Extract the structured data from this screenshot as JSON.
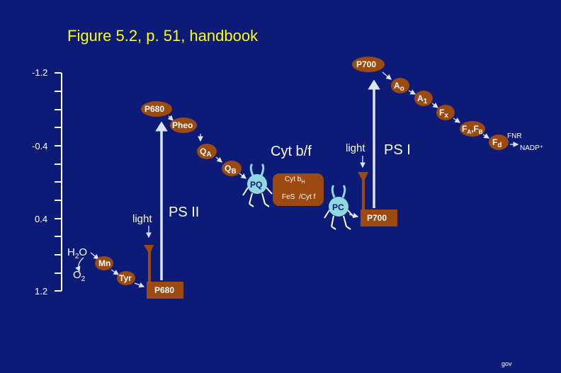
{
  "title": "Figure 5.2, p. 51, handbook",
  "y_axis": {
    "ticks": [
      "-1.2",
      "-0.4",
      "0.4",
      "1.2"
    ]
  },
  "labels": {
    "ps2": "PS II",
    "ps1": "PS I",
    "cytbf": "Cyt b/f",
    "light1": "light",
    "light2": "light",
    "h2o_main": "H",
    "h2o_sub": "2",
    "h2o_tail": "O",
    "o2_main": "O",
    "o2_sub": "2",
    "fnr": "FNR",
    "nadp": "NADP⁺"
  },
  "nodes": {
    "p680_top": "P680",
    "pheo": "Pheo",
    "qa_main": "Q",
    "qa_sub": "A",
    "qb_main": "Q",
    "qb_sub": "B",
    "pq": "PQ",
    "cyt_bh_main": "Cyt b",
    "cyt_bh_sub": "H",
    "fes": "FeS",
    "cytf": "/Cyt f",
    "pc": "PC",
    "p700_bottom": "P700",
    "p700_top": "P700",
    "a0_main": "A",
    "a0_sub": "o",
    "a1_main": "A",
    "a1_sub": "1",
    "fx_main": "F",
    "fx_sub": "x",
    "fafb_a": "F",
    "fafb_a_sub": "A",
    "fafb_sep": ",F",
    "fafb_b_sub": "B",
    "fd_main": "F",
    "fd_sub": "d",
    "mn": "Mn",
    "tyr": "Tyr",
    "p680_bottom": "P680"
  },
  "footer": "gov",
  "colors": {
    "background": "#0c1a78",
    "title": "#ffff00",
    "node": "#9c4a10",
    "arrow_light": "#dde4f0",
    "mobile_carrier": "#8ed8e0"
  }
}
